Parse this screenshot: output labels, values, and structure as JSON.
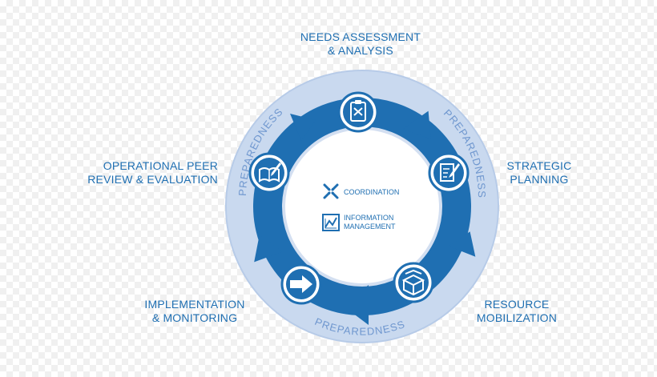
{
  "stages": {
    "needs": {
      "line1": "NEEDS ASSESSMENT",
      "line2": "& ANALYSIS",
      "icon": "clipboard-check-icon"
    },
    "strategic": {
      "line1": "STRATEGIC",
      "line2": "PLANNING",
      "icon": "document-pen-icon"
    },
    "resource": {
      "line1": "RESOURCE",
      "line2": "MOBILIZATION",
      "icon": "open-box-icon"
    },
    "implementation": {
      "line1": "IMPLEMENTATION",
      "line2": "& MONITORING",
      "icon": "arrow-right-icon"
    },
    "review": {
      "line1": "OPERATIONAL PEER",
      "line2": "REVIEW & EVALUATION",
      "icon": "open-book-pen-icon"
    }
  },
  "ring_labels": {
    "left": "PREPAREDNESS",
    "right": "PREPAREDNESS",
    "bottom": "PREPAREDNESS"
  },
  "center": {
    "coordination": {
      "label": "COORDINATION",
      "icon": "converging-arrows-icon"
    },
    "information": {
      "line1": "INFORMATION",
      "line2": "MANAGEMENT",
      "icon": "chart-icon"
    }
  },
  "colors": {
    "primary_blue": "#1f6fb2",
    "outer_ring": "#c9d9ef",
    "outer_ring_edge": "#b7cbe8",
    "inner_disc": "#d3dff1",
    "text_blue": "#1f6fb2",
    "ring_text": "#6f97cf"
  }
}
